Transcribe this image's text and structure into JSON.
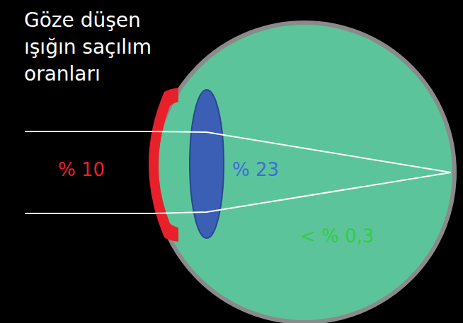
{
  "diagram": {
    "title": "Göze düşen ışığın saçılım oranları",
    "labels": [
      "% 10",
      "% 23",
      "< % 0,3"
    ]
  }
}
